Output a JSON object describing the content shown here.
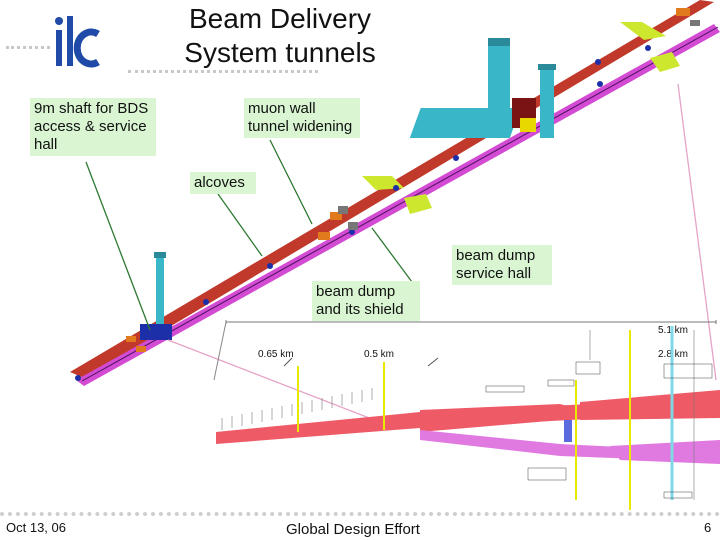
{
  "slide": {
    "title": "Beam Delivery System tunnels",
    "logo_text": "ilc",
    "callouts": {
      "shaft": "9m shaft for BDS access & service hall",
      "muon": "muon wall tunnel widening",
      "alcoves": "alcoves",
      "dump_service": "beam dump service hall",
      "dump_shield": "beam dump and its shield"
    },
    "distances": {
      "d1": "5.1 km",
      "d2": "0.65 km",
      "d3": "0.5 km",
      "d4": "2.8 km"
    },
    "footer": {
      "date": "Oct 13, 06",
      "center": "Global Design Effort",
      "page": "6"
    }
  },
  "colors": {
    "beam_red": "#c0392b",
    "beam_magenta": "#d24bd2",
    "tower_cyan": "#39b6c8",
    "callout_bg": "#d9f5d2",
    "arrow_green": "#2f7a33",
    "arrow_pink": "#e6a3c8",
    "logo_blue": "#1f4aa8"
  }
}
